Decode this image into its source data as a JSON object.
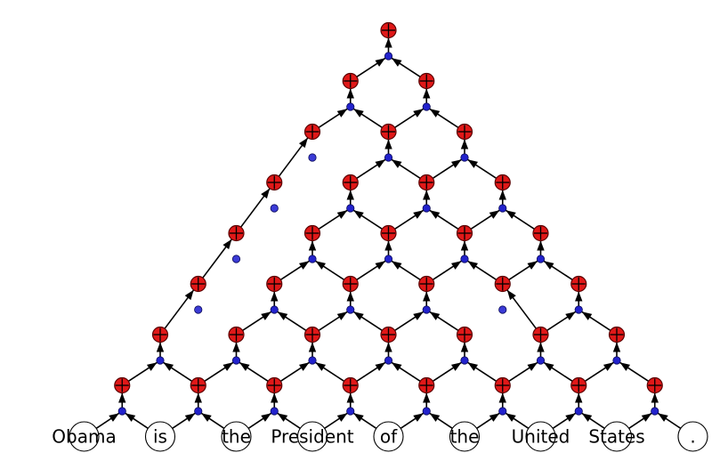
{
  "words": [
    "Obama",
    "is",
    "the",
    "President",
    "of",
    "the",
    "United",
    "States",
    "."
  ],
  "colors": {
    "red_node": "#e01818",
    "blue_node": "#2222cc",
    "gap_node": "#3b3bd6",
    "edge": "#000000",
    "word_circle": "#ffffff"
  },
  "structure": {
    "word_count": 9,
    "phrase_levels": 8,
    "skipped_cells": [
      {
        "level": 3,
        "start": 0
      },
      {
        "level": 4,
        "start": 0
      },
      {
        "level": 5,
        "start": 0
      },
      {
        "level": 6,
        "start": 0
      },
      {
        "level": 3,
        "start": 4
      }
    ]
  }
}
